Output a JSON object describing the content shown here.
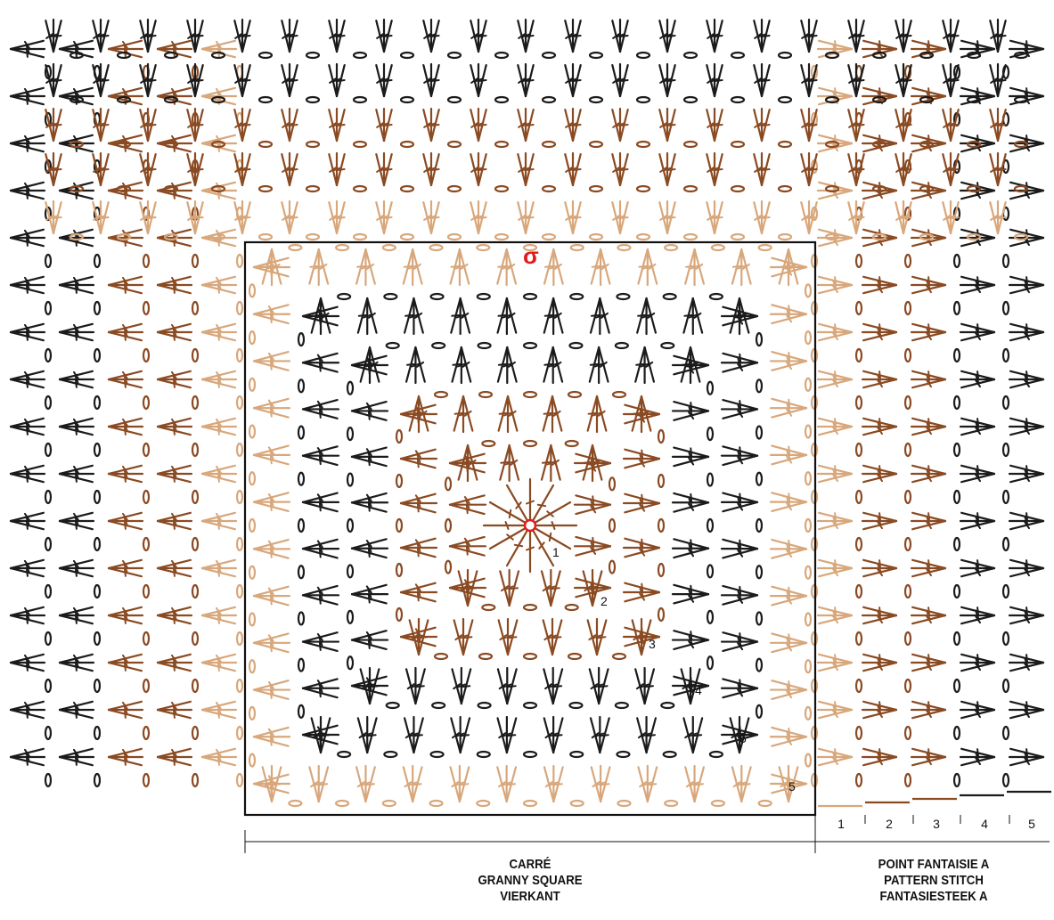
{
  "colors": {
    "black": "#1b1b1b",
    "brown": "#8a4a22",
    "tan": "#d8a77b",
    "red": "#e21b1b",
    "frame": "#111111"
  },
  "square_caption": [
    "CARRÉ",
    "GRANNY SQUARE",
    "VIERKANT"
  ],
  "pattern_caption": [
    "POINT FANTAISIE A",
    "PATTERN STITCH",
    "FANTASIESTEEK A"
  ],
  "pattern_row_numbers": [
    "1",
    "2",
    "3",
    "4",
    "5"
  ],
  "round_numbers": [
    "1",
    "2",
    "3",
    "4",
    "5",
    "5"
  ],
  "symbols": [
    "chain-stitch-oval",
    "double-crochet-fan",
    "start-ring"
  ]
}
